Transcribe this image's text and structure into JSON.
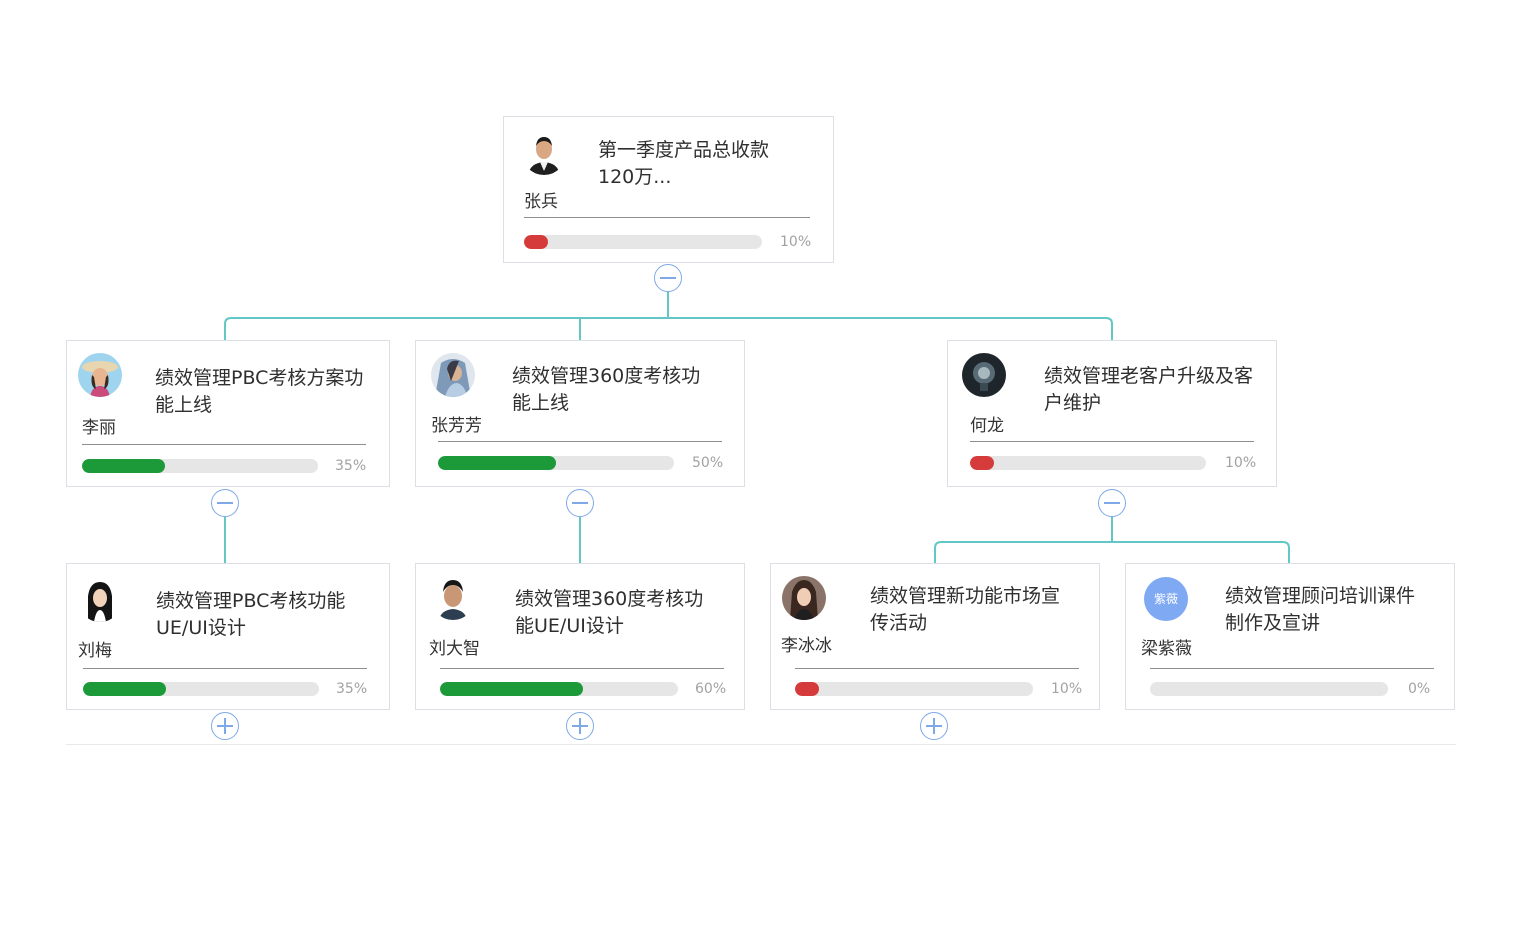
{
  "colors": {
    "connector": "#63c7c7",
    "progress_low": "#d63b3b",
    "progress_ok": "#1c9a3a",
    "track": "#e6e6e6",
    "toggle": "#7ea9e6"
  },
  "nodes": {
    "root": {
      "owner": "张兵",
      "title": "第一季度产品总收款120万...",
      "progress_text": "10%",
      "progress": 0.1,
      "status": "low"
    },
    "li": {
      "owner": "李丽",
      "title": "绩效管理PBC考核方案功能上线",
      "progress_text": "35%",
      "progress": 0.35,
      "status": "ok"
    },
    "zhang": {
      "owner": "张芳芳",
      "title": "绩效管理360度考核功能上线",
      "progress_text": "50%",
      "progress": 0.5,
      "status": "ok"
    },
    "he": {
      "owner": "何龙",
      "title": "绩效管理老客户升级及客户维护",
      "progress_text": "10%",
      "progress": 0.1,
      "status": "low"
    },
    "liumei": {
      "owner": "刘梅",
      "title": "绩效管理PBC考核功能UE/UI设计",
      "progress_text": "35%",
      "progress": 0.35,
      "status": "ok"
    },
    "liudazhi": {
      "owner": "刘大智",
      "title": "绩效管理360度考核功能UE/UI设计",
      "progress_text": "60%",
      "progress": 0.6,
      "status": "ok"
    },
    "libingbing": {
      "owner": "李冰冰",
      "title": "绩效管理新功能市场宣传活动",
      "progress_text": "10%",
      "progress": 0.1,
      "status": "low"
    },
    "liangziwei": {
      "owner": "梁紫薇",
      "title": "绩效管理顾问培训课件制作及宣讲",
      "progress_text": "0%",
      "progress": 0.0,
      "status": "ok",
      "avatar_text": "紫薇"
    }
  },
  "toggles": {
    "root": "collapse",
    "li": "collapse",
    "zhang": "collapse",
    "he": "collapse",
    "liumei": "expand",
    "liudazhi": "expand",
    "libingbing": "expand"
  }
}
